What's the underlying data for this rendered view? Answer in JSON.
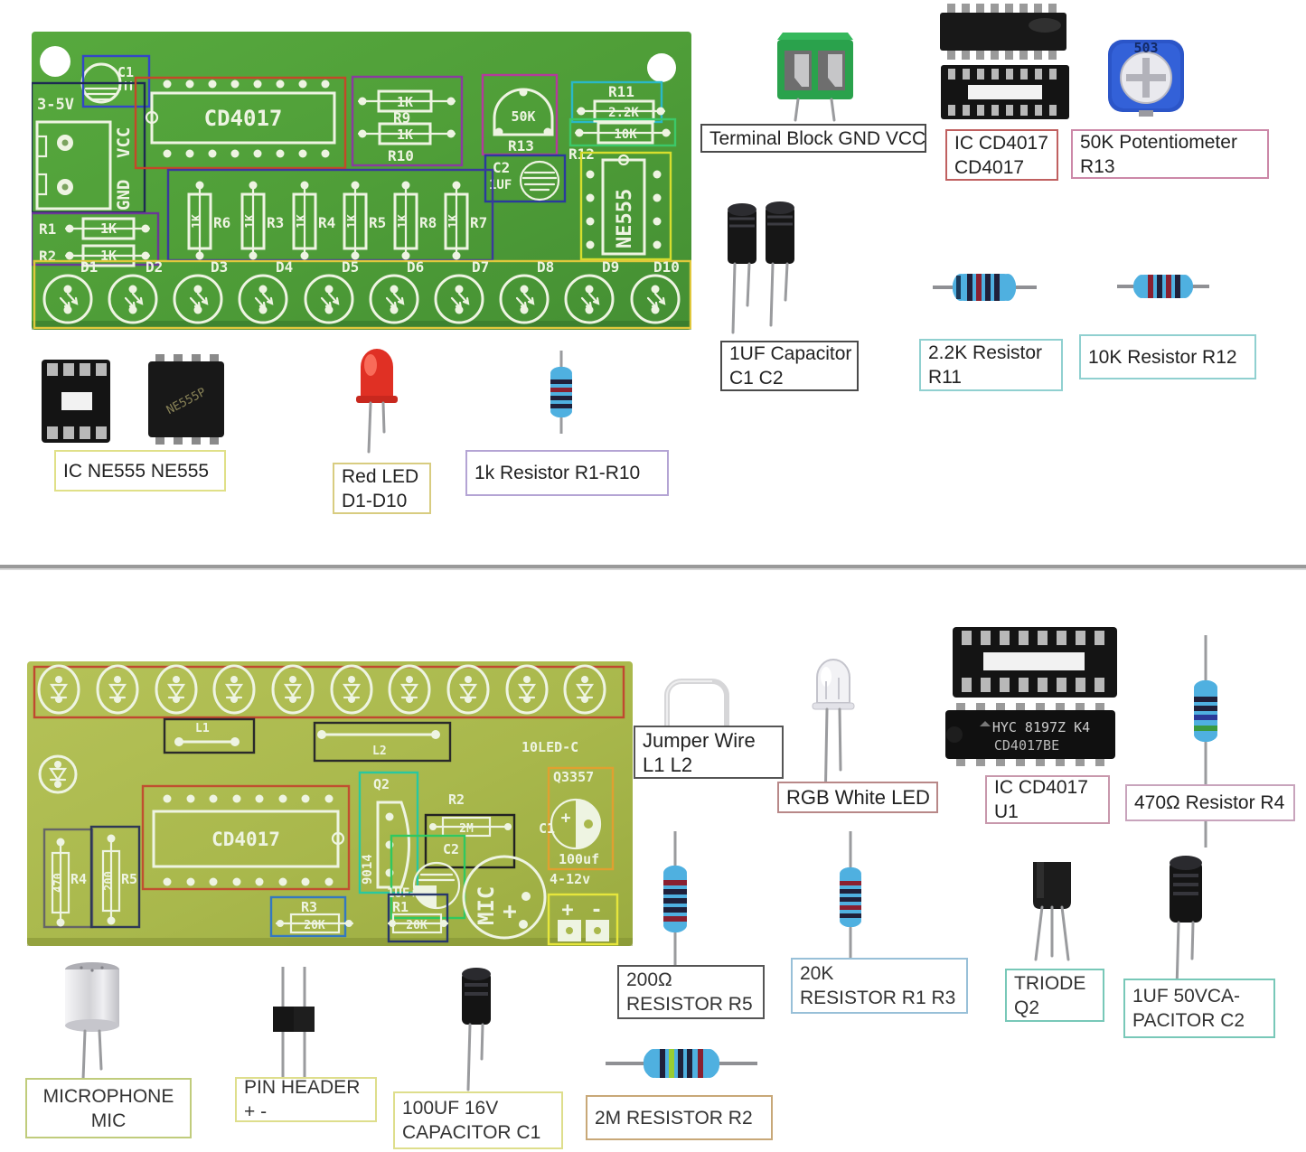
{
  "colors": {
    "top_pcb": "#4f9e38",
    "top_pcb_light": "#5cab41",
    "bottom_pcb": "#a9b84c",
    "bottom_pcb_light": "#b6c45c",
    "silkscreen": "#eef4e2",
    "divider": "#9a9a9a",
    "resistor_body": "#4fb0e0",
    "led_red": "#e03024",
    "terminal_green": "#2aa24c",
    "pot_blue": "#2b55c8"
  },
  "top_board": {
    "supply": "3-5V",
    "vcc": "VCC",
    "gnd": "GND",
    "c1": "C1",
    "ic1": "CD4017",
    "r9_ref": "R9",
    "r9_val": "1K",
    "r10_ref": "R10",
    "r10_val": "1K",
    "pot_val": "50K",
    "pot_ref": "R13",
    "r11_ref": "R11",
    "r11_val": "2.2K",
    "r12_val": "10K",
    "r12_ref": "R12",
    "c2_ref": "C2",
    "c2_val": "1UF",
    "ic2": "NE555",
    "r1_ref": "R1",
    "r1_val": "1K",
    "r2_ref": "R2",
    "r2_val": "1K",
    "row_resistors": [
      {
        "ref": "R6",
        "val": "1K"
      },
      {
        "ref": "R3",
        "val": "1K"
      },
      {
        "ref": "R4",
        "val": "1K"
      },
      {
        "ref": "R5",
        "val": "1K"
      },
      {
        "ref": "R8",
        "val": "1K"
      },
      {
        "ref": "R7",
        "val": "1K"
      }
    ],
    "leds": [
      "D1",
      "D2",
      "D3",
      "D4",
      "D5",
      "D6",
      "D7",
      "D8",
      "D9",
      "D10"
    ]
  },
  "bottom_board": {
    "l1": "L1",
    "l2": "L2",
    "board_name": "10LED-C",
    "ic": "CD4017",
    "r4_ref": "R4",
    "r4_val": "470",
    "r5_ref": "R5",
    "r5_val": "200",
    "q2_ref": "Q2",
    "q2_val": "9014",
    "r2_ref": "R2",
    "r2_val": "2M",
    "c2_ref": "C2",
    "c2_val": "1UF+",
    "r1_ref": "R1",
    "r1_val": "20K",
    "r3_ref": "R3",
    "r3_val": "20K",
    "mic": "MIC",
    "mic_plus": "+",
    "q3357": "Q3357",
    "c1_ref": "C1",
    "c1_val": "100uf",
    "volt": "4-12v",
    "term_plus": "+",
    "term_minus": "-"
  },
  "top_labels": [
    {
      "line1": "Terminal Block GND VCC",
      "border": "#4a4a4a"
    },
    {
      "line1": "IC CD4017",
      "line2": "CD4017",
      "border": "#c06060"
    },
    {
      "line1": "50K Potentiometer",
      "line2": "R13",
      "border": "#cc88a8"
    },
    {
      "line1": "1UF Capacitor",
      "line2": "C1 C2",
      "border": "#4a4a4a"
    },
    {
      "line1": "2.2K Resistor",
      "line2": "R11",
      "border": "#90d0d0"
    },
    {
      "line1": "10K Resistor R12",
      "border": "#90d0d0"
    },
    {
      "line1": "IC NE555 NE555",
      "border": "#e0e088"
    },
    {
      "line1": "Red LED",
      "line2": "D1-D10",
      "border": "#d8cc80"
    },
    {
      "line1": "1k Resistor R1-R10",
      "border": "#b4a4d4"
    }
  ],
  "bottom_labels": [
    {
      "line1": "Jumper Wire",
      "line2": "L1 L2",
      "border": "#555555"
    },
    {
      "line1": "RGB White LED",
      "border": "#b88888"
    },
    {
      "line1": "IC CD4017",
      "line2": "U1",
      "border": "#c898ac"
    },
    {
      "line1": "470Ω  Resistor R4",
      "border": "#c8a4bc"
    },
    {
      "line1": "200Ω",
      "line2": "RESISTOR R5",
      "border": "#555555"
    },
    {
      "line1": "20K",
      "line2": "RESISTOR R1 R3",
      "border": "#98c0d8"
    },
    {
      "line1": "TRIODE",
      "line2": "Q2",
      "border": "#78c8b8"
    },
    {
      "line1": "1UF 50VCA-",
      "line2": "PACITOR C2",
      "border": "#78c8b8"
    },
    {
      "line1": "MICROPHONE",
      "line2": "MIC",
      "border": "#c0cc7c"
    },
    {
      "line1": "PIN HEADER",
      "line2": "+ -",
      "border": "#dede8c"
    },
    {
      "line1": "100UF 16V",
      "line2": "CAPACITOR C1",
      "border": "#dede8c"
    },
    {
      "line1": "2M RESISTOR R2",
      "border": "#c8a878"
    }
  ],
  "photos": {
    "pot_marking": "503",
    "cd4017_chip_line1": "HYC 8197Z K4",
    "cd4017_chip_line2": "CD4017BE",
    "ne555_marking": "NE555P"
  }
}
